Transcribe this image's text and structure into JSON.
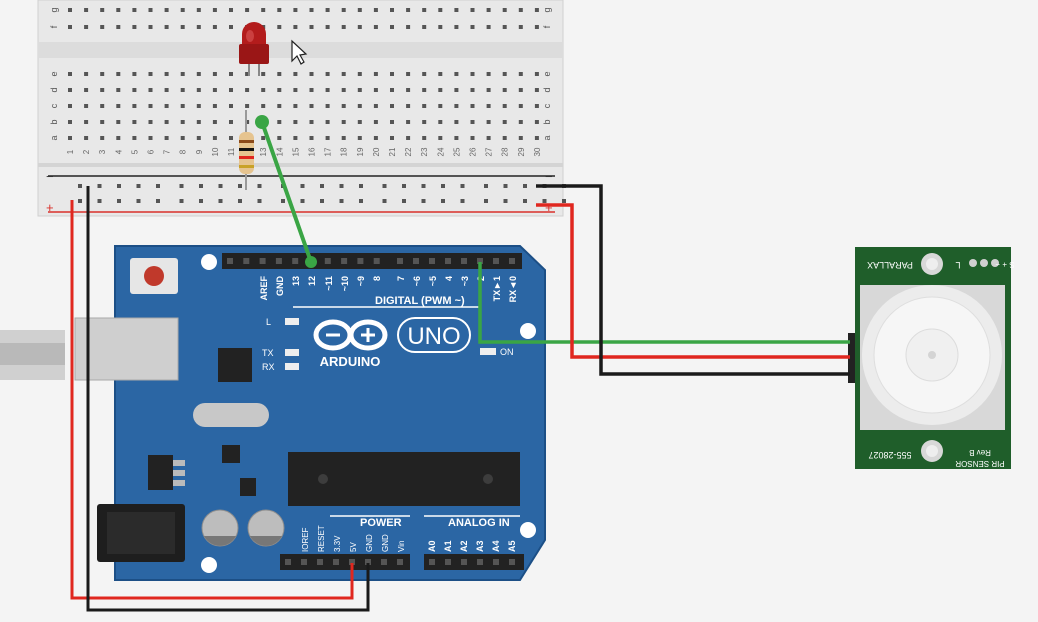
{
  "colors": {
    "canvas": "#f4f4f4",
    "board_blue": "#2b66a4",
    "board_edge": "#1c4f86",
    "pir_green": "#1f5e2a",
    "wire_green": "#3aa545",
    "wire_red": "#e0271f",
    "wire_black": "#1a1a1a",
    "led_red": "#b31c1c",
    "breadboard": "#e9e9e9",
    "rail_red": "#d9302a"
  },
  "breadboard": {
    "row_letters_top": [
      "f",
      "g"
    ],
    "row_letters_mid": [
      "a",
      "b",
      "c",
      "d",
      "e"
    ],
    "columns": [
      "1",
      "2",
      "3",
      "4",
      "5",
      "6",
      "7",
      "8",
      "9",
      "10",
      "11",
      "12",
      "13",
      "14",
      "15",
      "16",
      "17",
      "18",
      "19",
      "20",
      "21",
      "22",
      "23",
      "24",
      "25",
      "26",
      "27",
      "28",
      "29",
      "30"
    ],
    "rail_minus": "−",
    "rail_plus": "+"
  },
  "arduino": {
    "logo_text": "ARDUINO",
    "model": "UNO",
    "digital_label": "DIGITAL (PWM ~)",
    "power_label": "POWER",
    "analog_label": "ANALOG IN",
    "led_l": "L",
    "led_tx": "TX",
    "led_rx": "RX",
    "led_on": "ON",
    "top_pins": [
      "AREF",
      "GND",
      "13",
      "12",
      "~11",
      "~10",
      "~9",
      "8",
      "7",
      "~6",
      "~5",
      "4",
      "~3",
      "2",
      "TX►1",
      "RX◄0"
    ],
    "power_pins": [
      "IOREF",
      "RESET",
      "3.3V",
      "5V",
      "GND",
      "GND",
      "Vin"
    ],
    "analog_pins": [
      "A0",
      "A1",
      "A2",
      "A3",
      "A4",
      "A5"
    ]
  },
  "pir": {
    "brand": "PARALLAX",
    "name": "PIR SENSOR",
    "rev": "Rev B",
    "part": "555-28027",
    "pins": "S + −",
    "jumper": "L"
  },
  "cursor_icon": "arrow-cursor-icon"
}
